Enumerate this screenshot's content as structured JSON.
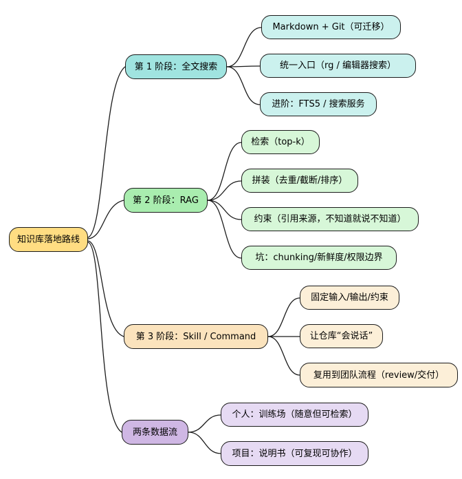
{
  "root": {
    "label": "知识库落地路线"
  },
  "branches": [
    {
      "label": "第 1 阶段：全文搜索",
      "children": [
        {
          "label": "Markdown + Git（可迁移）"
        },
        {
          "label": "统一入口（rg / 编辑器搜索）"
        },
        {
          "label": "进阶：FTS5 / 搜索服务"
        }
      ]
    },
    {
      "label": "第 2 阶段：RAG",
      "children": [
        {
          "label": "检索（top-k）"
        },
        {
          "label": "拼装（去重/截断/排序）"
        },
        {
          "label": "约束（引用来源，不知道就说不知道）"
        },
        {
          "label": "坑：chunking/新鲜度/权限边界"
        }
      ]
    },
    {
      "label": "第 3 阶段：Skill / Command",
      "children": [
        {
          "label": "固定输入/输出/约束"
        },
        {
          "label": "让仓库“会说话”"
        },
        {
          "label": "复用到团队流程（review/交付）"
        }
      ]
    },
    {
      "label": "两条数据流",
      "children": [
        {
          "label": "个人：训练场（随意但可检索）"
        },
        {
          "label": "项目：说明书（可复现可协作）"
        }
      ]
    }
  ],
  "colors": {
    "background": "#FFFFFF",
    "border": "#1A1A1A",
    "connector": "#1A1A1A",
    "root_fill": "#FFDD82",
    "stage1_fill": "#A0E4E0",
    "stage1_child_fill": "#CBF1EE",
    "stage2_fill": "#A9EDAF",
    "stage2_child_fill": "#D7F7D8",
    "stage3_fill": "#FBE3BD",
    "stage3_child_fill": "#FCEFD8",
    "streams_fill": "#CFB7E4",
    "streams_child_fill": "#E6DAF3"
  }
}
